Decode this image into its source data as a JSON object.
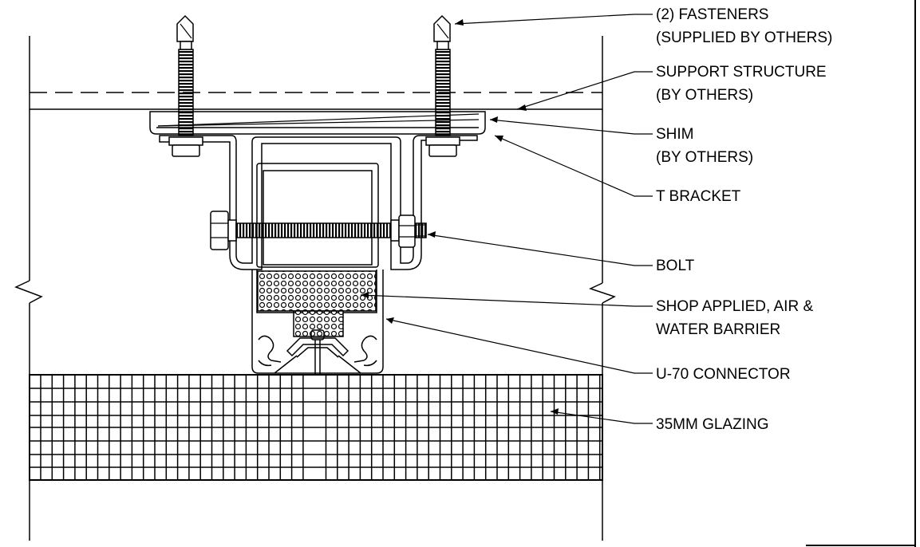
{
  "labels": {
    "fasteners": {
      "line1": "(2) FASTENERS",
      "line2": "(SUPPLIED BY OTHERS)"
    },
    "support_structure": {
      "line1": "SUPPORT STRUCTURE",
      "line2": "(BY OTHERS)"
    },
    "shim": {
      "line1": "SHIM",
      "line2": "(BY OTHERS)"
    },
    "t_bracket": {
      "line1": "T BRACKET"
    },
    "bolt": {
      "line1": "BOLT"
    },
    "barrier": {
      "line1": "SHOP APPLIED, AIR &",
      "line2": "WATER BARRIER"
    },
    "connector": {
      "line1": "U-70 CONNECTOR"
    },
    "glazing": {
      "line1": "35MM GLAZING"
    }
  },
  "colors": {
    "line": "#000000",
    "background": "#ffffff"
  }
}
